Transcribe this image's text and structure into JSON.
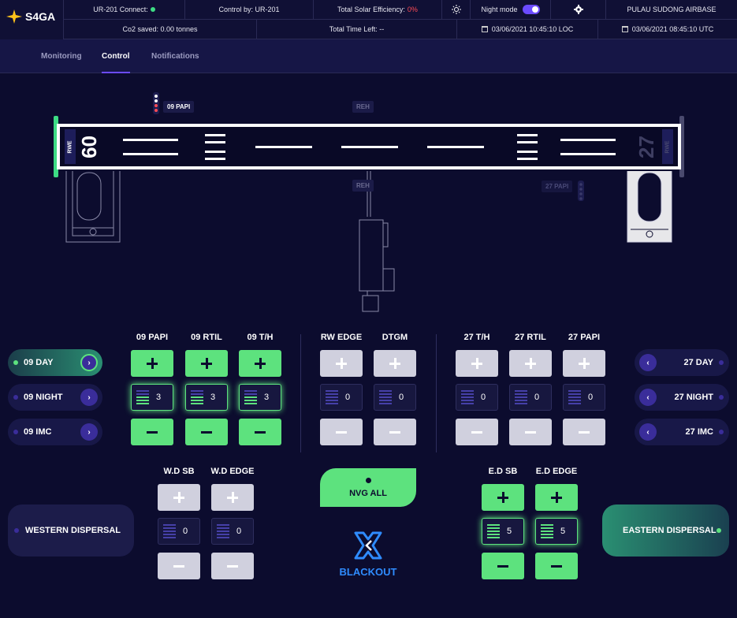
{
  "header": {
    "brand": "S4GA",
    "connect_label": "UR-201 Connect:",
    "control_by": "Control by: UR-201",
    "solar_label": "Total Solar Efficiency:",
    "solar_value": "0%",
    "night_mode_label": "Night mode",
    "airbase": "PULAU SUDONG AIRBASE",
    "co2": "Co2 saved: 0.00 tonnes",
    "time_left": "Total Time Left: --",
    "loc_time": "03/06/2021 10:45:10 LOC",
    "utc_time": "03/06/2021 08:45:10 UTC"
  },
  "tabs": [
    {
      "label": "Monitoring"
    },
    {
      "label": "Control"
    },
    {
      "label": "Notifications"
    }
  ],
  "runway": {
    "rwe_left": "RWE",
    "rwe_right": "RWE",
    "num_left": "09",
    "num_right": "27",
    "papi_09": "09 PAPI",
    "papi_27": "27 PAPI",
    "reh_top": "REH",
    "reh_bottom": "REH"
  },
  "left_modes": [
    {
      "label": "09 DAY",
      "active": true
    },
    {
      "label": "09 NIGHT",
      "active": false
    },
    {
      "label": "09 IMC",
      "active": false
    }
  ],
  "right_modes": [
    {
      "label": "27 DAY"
    },
    {
      "label": "27 NIGHT"
    },
    {
      "label": "27 IMC"
    }
  ],
  "groups": [
    {
      "label": "09 PAPI",
      "value": "3",
      "active": true
    },
    {
      "label": "09 RTIL",
      "value": "3",
      "active": true
    },
    {
      "label": "09 T/H",
      "value": "3",
      "active": true
    },
    {
      "label": "RW EDGE",
      "value": "0",
      "active": false
    },
    {
      "label": "DTGM",
      "value": "0",
      "active": false
    },
    {
      "label": "27 T/H",
      "value": "0",
      "active": false
    },
    {
      "label": "27 RTIL",
      "value": "0",
      "active": false
    },
    {
      "label": "27 PAPI",
      "value": "0",
      "active": false
    },
    {
      "label": "W.D SB",
      "value": "0",
      "active": false
    },
    {
      "label": "W.D EDGE",
      "value": "0",
      "active": false
    },
    {
      "label": "E.D SB",
      "value": "5",
      "active": true
    },
    {
      "label": "E.D EDGE",
      "value": "5",
      "active": true
    }
  ],
  "western_dispersal": "WESTERN DISPERSAL",
  "eastern_dispersal": "EASTERN DISPERSAL",
  "nvg_all": "NVG ALL",
  "blackout": "BLACKOUT",
  "colors": {
    "accent": "#5de27e",
    "purple": "#6b4bff",
    "bg": "#0c0c2e",
    "blackout": "#2f8cff"
  }
}
